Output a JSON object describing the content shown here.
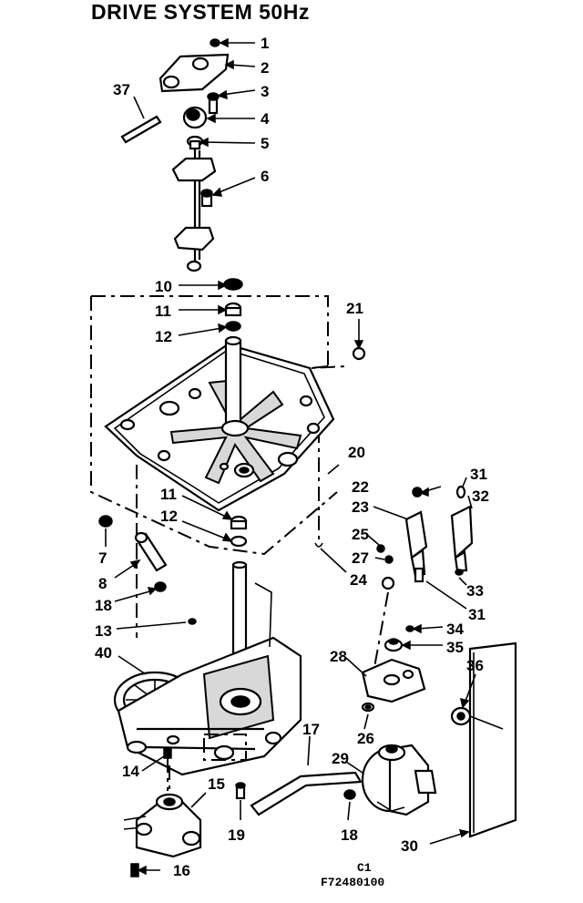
{
  "title": "DRIVE SYSTEM 50Hz",
  "labels": {
    "l1": "1",
    "l2": "2",
    "l3": "3",
    "l4": "4",
    "l5": "5",
    "l6": "6",
    "l37": "37",
    "l10": "10",
    "l11a": "11",
    "l12a": "12",
    "l21": "21",
    "l20": "20",
    "l11b": "11",
    "l12b": "12",
    "l22": "22",
    "l23": "23",
    "l25": "25",
    "l27": "27",
    "l24": "24",
    "l31a": "31",
    "l32": "32",
    "l33": "33",
    "l31b": "31",
    "l7": "7",
    "l8": "8",
    "l18a": "18",
    "l13": "13",
    "l40": "40",
    "l34": "34",
    "l35": "35",
    "l36": "36",
    "l28": "28",
    "l26": "26",
    "l17": "17",
    "l29": "29",
    "l18b": "18",
    "l14": "14",
    "l15": "15",
    "l19": "19",
    "l16": "16",
    "l30": "30"
  },
  "drawing_code": "C1",
  "part_number": "F72480100"
}
